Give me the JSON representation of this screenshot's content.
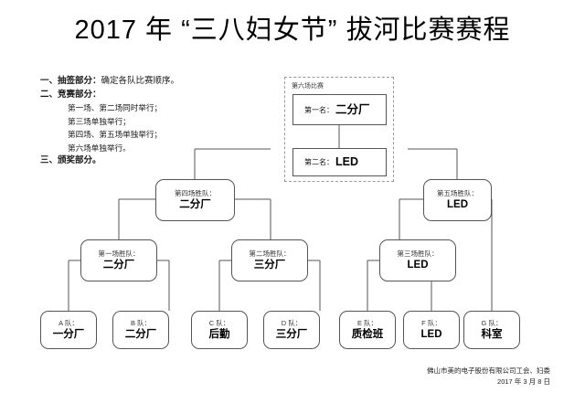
{
  "title": "2017 年 “三八妇女节” 拔河比赛赛程",
  "procedure": {
    "items": [
      {
        "label": "一、抽签部分：",
        "value": "确定各队比赛顺序。"
      },
      {
        "label": "二、竞赛部分：",
        "value": ""
      },
      {
        "label": "三、颁奖部分。",
        "value": ""
      }
    ],
    "sub_items": [
      "第一场、第二场同时举行；",
      "第三场单独举行；",
      "第四场、第五场单独举行；",
      "第六场单独举行。"
    ]
  },
  "final_group": {
    "label": "第六场比赛",
    "first": {
      "caption": "第一名：",
      "name": "二分厂"
    },
    "second": {
      "caption": "第二名：",
      "name": "LED"
    }
  },
  "bracket": {
    "semis": [
      {
        "caption": "第四场胜队：",
        "name": "二分厂"
      },
      {
        "caption": "第五场胜队：",
        "name": "LED"
      }
    ],
    "quarters": [
      {
        "caption": "第一场胜队：",
        "name": "二分厂"
      },
      {
        "caption": "第二场胜队：",
        "name": "三分厂"
      },
      {
        "caption": "第三场胜队：",
        "name": "LED"
      }
    ],
    "teams": [
      {
        "caption": "A 队：",
        "name": "一分厂"
      },
      {
        "caption": "B 队：",
        "name": "二分厂"
      },
      {
        "caption": "C 队：",
        "name": "后勤"
      },
      {
        "caption": "D 队：",
        "name": "三分厂"
      },
      {
        "caption": "E 队：",
        "name": "质检班"
      },
      {
        "caption": "F 队：",
        "name": "LED"
      },
      {
        "caption": "G 队：",
        "name": "科室"
      }
    ]
  },
  "footer": {
    "org": "佛山市美的电子股份有限公司工会、妇委",
    "date": "2017 年 3 月 8 日"
  },
  "colors": {
    "line": "#555555",
    "dashed": "#9a9a9a",
    "text": "#111111"
  }
}
